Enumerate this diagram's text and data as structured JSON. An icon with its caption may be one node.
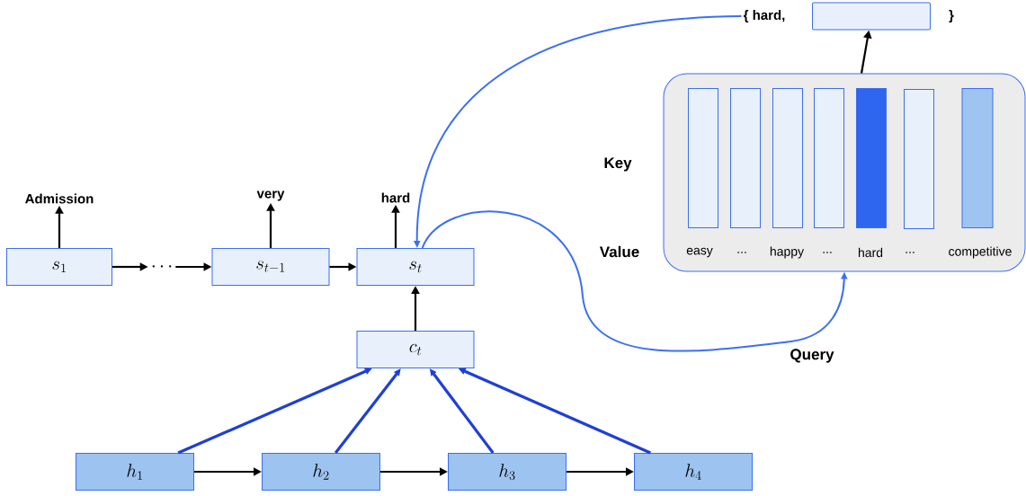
{
  "diagram": {
    "nodes": [
      {
        "text": [
          "s_1"
        ]
      },
      {
        "text": [
          "\\cdots"
        ]
      },
      {
        "text": [
          "s_{t-1}"
        ]
      },
      {
        "text": [
          "s_t"
        ]
      },
      {
        "text": [
          "c_t"
        ]
      },
      {
        "text": [
          "h_1"
        ]
      },
      {
        "text": [
          "h_2"
        ]
      },
      {
        "text": [
          "h_3"
        ]
      },
      {
        "text": [
          "h_4"
        ]
      },
      {
        "text": [
          "Admission"
        ]
      },
      {
        "text": [
          "very"
        ]
      },
      {
        "text": [
          "hard"
        ]
      },
      {
        "text": [
          "easy",
          "...",
          "happy",
          "...",
          "hard",
          "...",
          "competitive"
        ]
      },
      {
        "text": [],
        "shape": "bar",
        "in": 12
      },
      {
        "text": [],
        "shape": "bar",
        "in": 12
      },
      {
        "text": [],
        "shape": "bar",
        "in": 12
      },
      {
        "text": [],
        "shape": "bar",
        "in": 12
      },
      {
        "text": [],
        "shape": "bar",
        "in": 12
      },
      {
        "text": [],
        "shape": "bar",
        "in": 12
      },
      {
        "text": [],
        "shape": "bar",
        "in": 12
      },
      {
        "text": [
          "{ hard,"
        ]
      },
      {
        "text": [],
        "shape": "box"
      }
    ],
    "edges": [
      {
        "from": 0,
        "to": 1,
        "arrow": "to"
      },
      {
        "from": 1,
        "to": 2,
        "arrow": "to"
      },
      {
        "from": 2,
        "to": 3,
        "arrow": "to"
      },
      {
        "from": 4,
        "to": 3,
        "arrow": "to"
      },
      {
        "from": 5,
        "to": 6,
        "arrow": "to"
      },
      {
        "from": 6,
        "to": 7,
        "arrow": "to"
      },
      {
        "from": 7,
        "to": 8,
        "arrow": "to"
      },
      {
        "from": 5,
        "to": 4,
        "arrow": "to",
        "color": "#1f3fd6"
      },
      {
        "from": 6,
        "to": 4,
        "arrow": "to",
        "color": "#1f3fd6"
      },
      {
        "from": 7,
        "to": 4,
        "arrow": "to",
        "color": "#1f3fd6"
      },
      {
        "from": 8,
        "to": 4,
        "arrow": "to",
        "color": "#1f3fd6"
      },
      {
        "from": 0,
        "to": 9,
        "arrow": "to"
      },
      {
        "from": 2,
        "to": 10,
        "arrow": "to"
      },
      {
        "from": 3,
        "to": 11,
        "arrow": "to"
      },
      {
        "from": 3,
        "to": 12,
        "arrow": "to",
        "label": "Query",
        "color": "#3b6ff5"
      },
      {
        "from": 12,
        "to": 21,
        "arrow": "to"
      },
      {
        "from": 20,
        "to": 3,
        "arrow": "to",
        "color": "#3b6ff5"
      }
    ],
    "labels": [
      "}",
      "Key",
      "Value"
    ]
  }
}
